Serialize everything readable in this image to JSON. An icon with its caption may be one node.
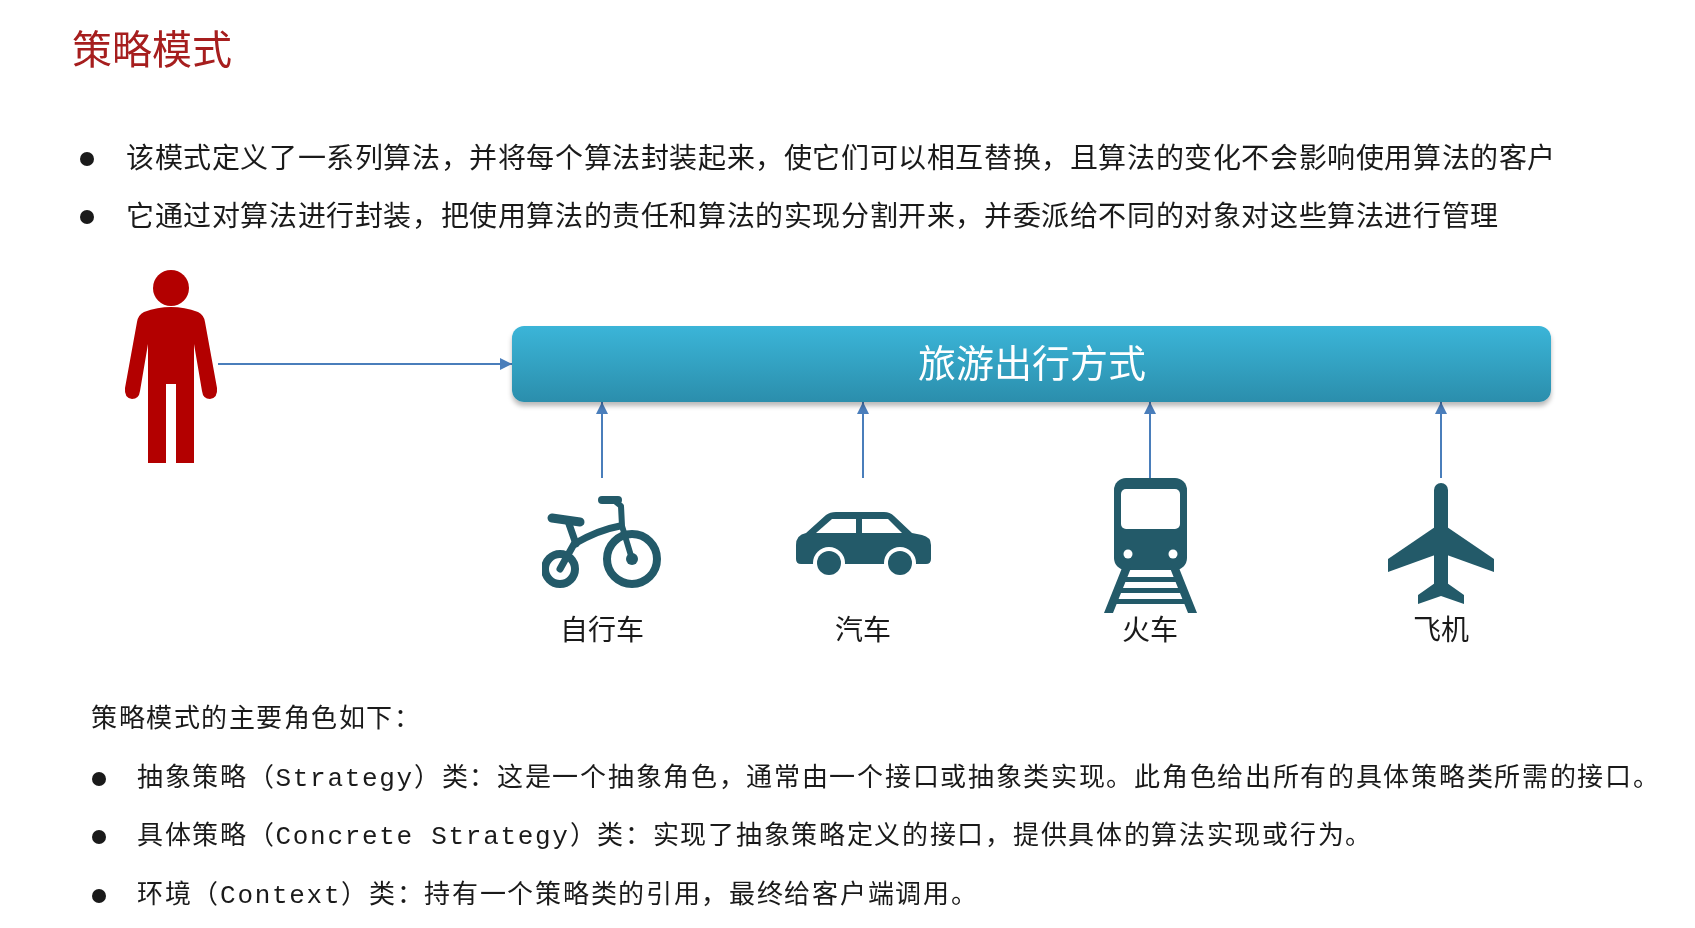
{
  "diagram": {
    "title": "策略模式",
    "nodes": [
      {
        "text": [],
        "shape": "person"
      },
      {
        "text": [
          "旅游出行方式"
        ]
      },
      {
        "text": [
          "自行车"
        ]
      },
      {
        "text": [
          "汽车"
        ]
      },
      {
        "text": [
          "火车"
        ]
      },
      {
        "text": [
          "飞机"
        ]
      }
    ],
    "edges": [
      {
        "from": 0,
        "to": 1,
        "arrow": "to"
      },
      {
        "from": 2,
        "to": 1,
        "arrow": "to"
      },
      {
        "from": 3,
        "to": 1,
        "arrow": "to"
      },
      {
        "from": 4,
        "to": 1,
        "arrow": "to"
      },
      {
        "from": 5,
        "to": 1,
        "arrow": "to"
      }
    ],
    "labels": [
      "该模式定义了一系列算法，并将每个算法封装起来，使它们可以相互替换，且算法的变化不会影响使用算法的客户",
      "它通过对算法进行封装，把使用算法的责任和算法的实现分割开来，并委派给不同的对象对这些算法进行管理",
      "策略模式的主要角色如下：",
      "抽象策略（Strategy）类：这是一个抽象角色，通常由一个接口或抽象类实现。此角色给出所有的具体策略类所需的接口。",
      "具体策略（Concrete Strategy）类：实现了抽象策略定义的接口，提供具体的算法实现或行为。",
      "环境（Context）类：持有一个策略类的引用，最终给客户端调用。"
    ]
  }
}
